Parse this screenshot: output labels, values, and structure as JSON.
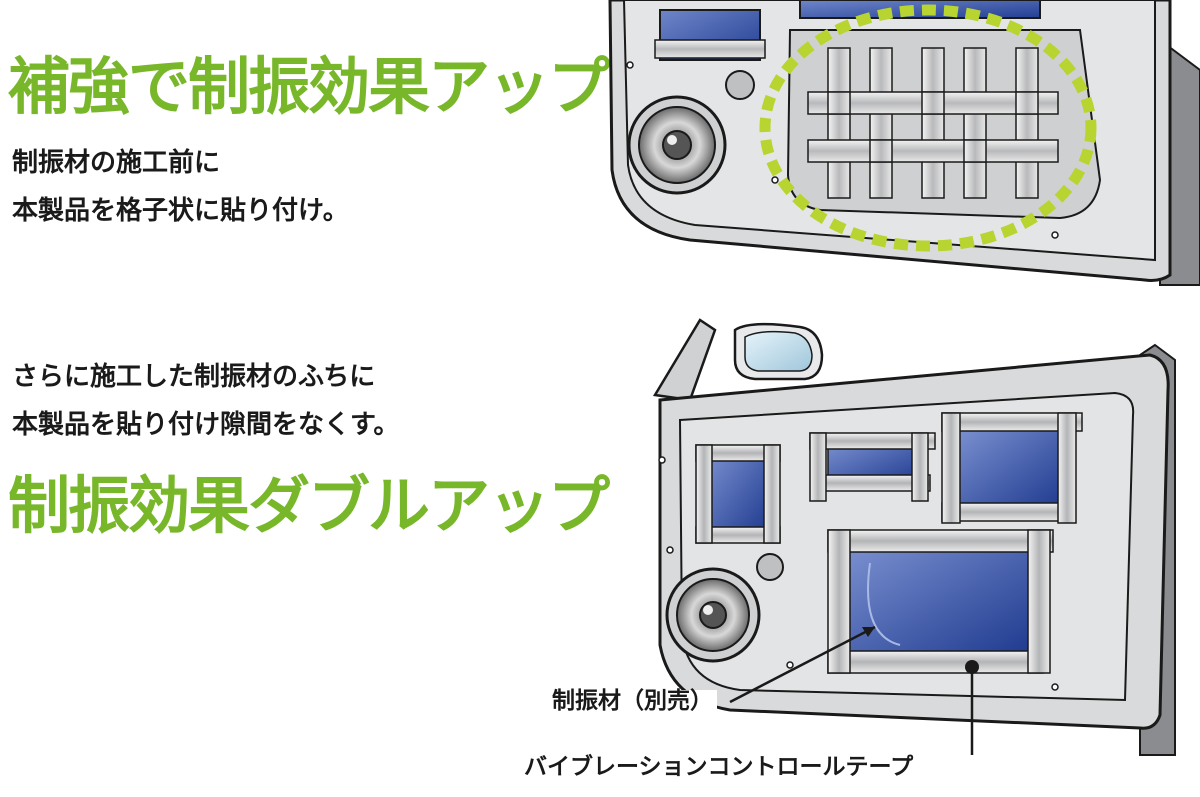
{
  "colors": {
    "accent_green": "#78b72a",
    "dashed_ellipse": "#b7d430",
    "panel_blue": "#2e4ea6",
    "door_gray": "#d9dadb",
    "outline": "#1a1a1a"
  },
  "section1": {
    "headline": "補強で制振効果アップ",
    "lines": [
      "制振材の施工前に",
      "本製品を格子状に貼り付け。"
    ]
  },
  "section2": {
    "lines": [
      "さらに施工した制振材のふちに",
      "本製品を貼り付け隙間をなくす。"
    ],
    "headline": "制振効果ダブルアップ"
  },
  "callouts": {
    "damping_material": "制振材（別売）",
    "tape": "バイブレーションコントロールテープ"
  },
  "icons": {
    "door_1": "car-door-grid-tape-illustration",
    "door_2": "car-door-edge-tape-illustration",
    "speaker": "speaker-icon",
    "mirror": "side-mirror-icon"
  }
}
